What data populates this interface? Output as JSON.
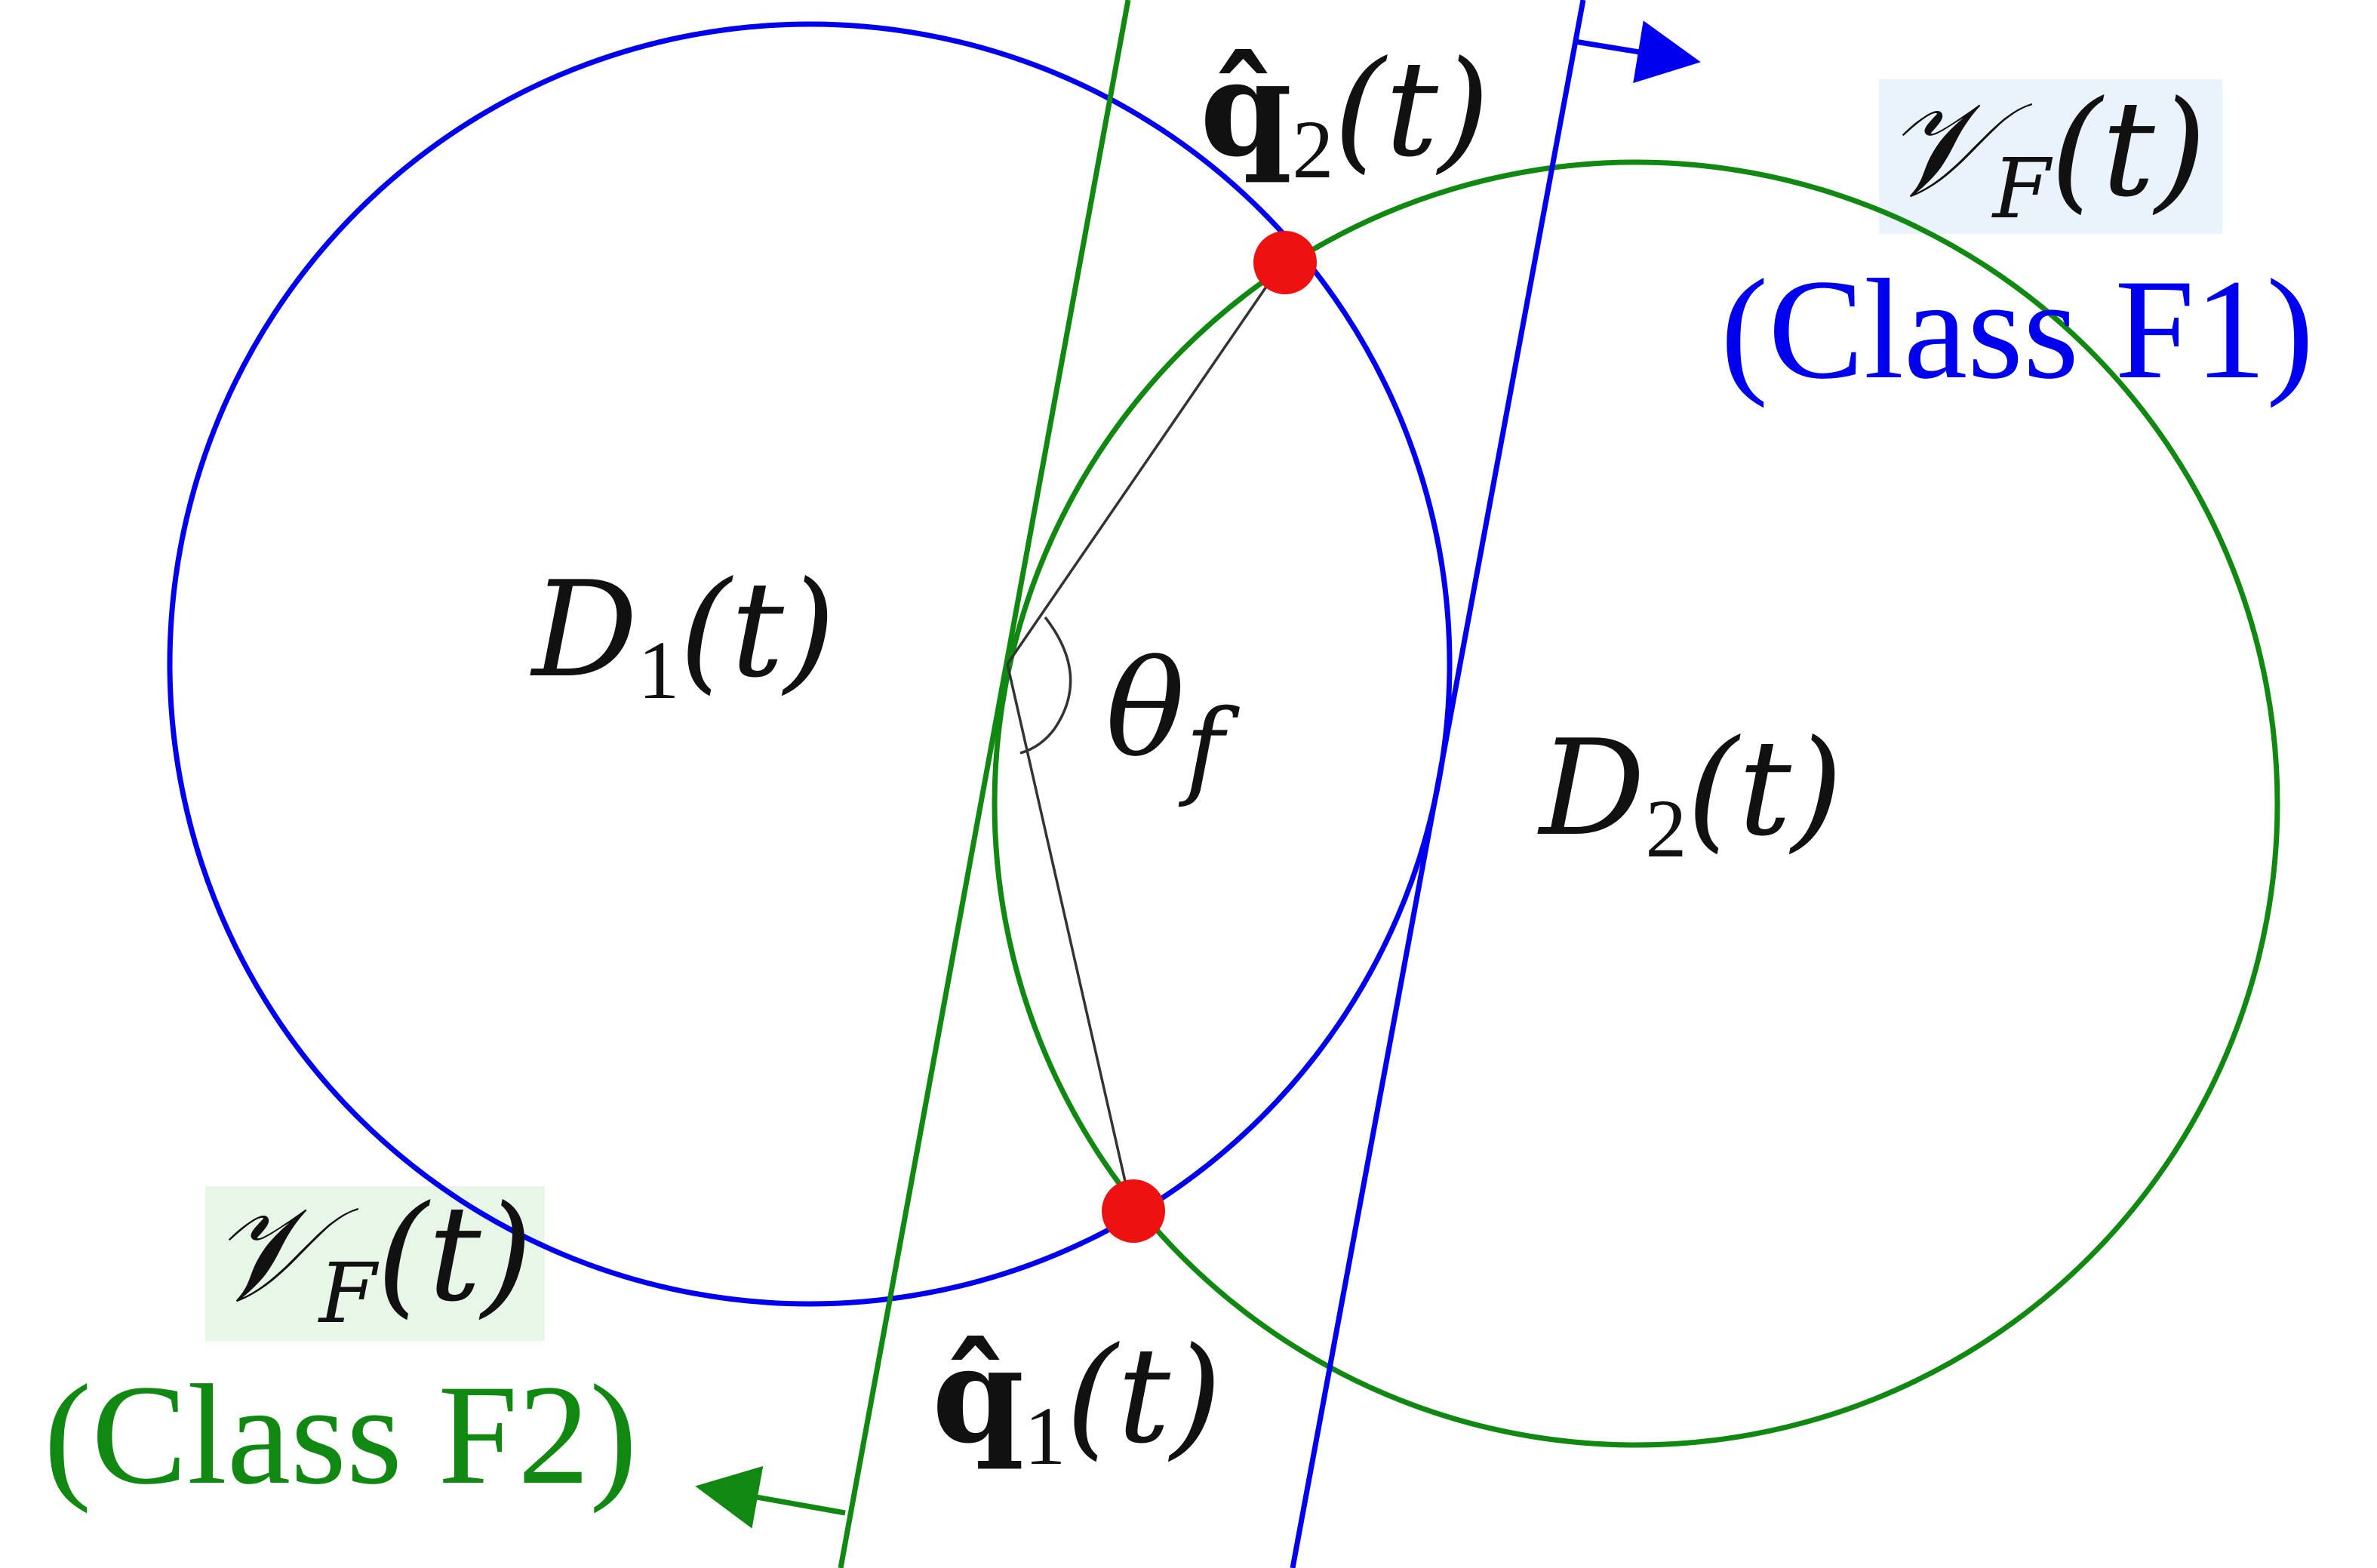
{
  "colors": {
    "blue": "#0000ee",
    "green": "#118811",
    "red": "#ee1111",
    "black": "#111111",
    "blue_label_bg": "#eaf3fb",
    "green_label_bg": "#e8f6e8"
  },
  "labels": {
    "d1": {
      "sym": "D",
      "sub": "1",
      "arg": "(t)"
    },
    "d2": {
      "sym": "D",
      "sub": "2",
      "arg": "(t)"
    },
    "theta": {
      "sym": "θ",
      "sub": "f"
    },
    "q1": {
      "sym": "q̂",
      "sub": "1",
      "arg": "(t)"
    },
    "q2": {
      "sym": "q̂",
      "sub": "2",
      "arg": "(t)"
    },
    "vf_top": {
      "sym": "𝒱",
      "sub": "F",
      "arg": "(t)"
    },
    "vf_bottom": {
      "sym": "𝒱",
      "sub": "F",
      "arg": "(t)"
    },
    "class_f1": "(Class F1)",
    "class_f2": "(Class F2)"
  }
}
